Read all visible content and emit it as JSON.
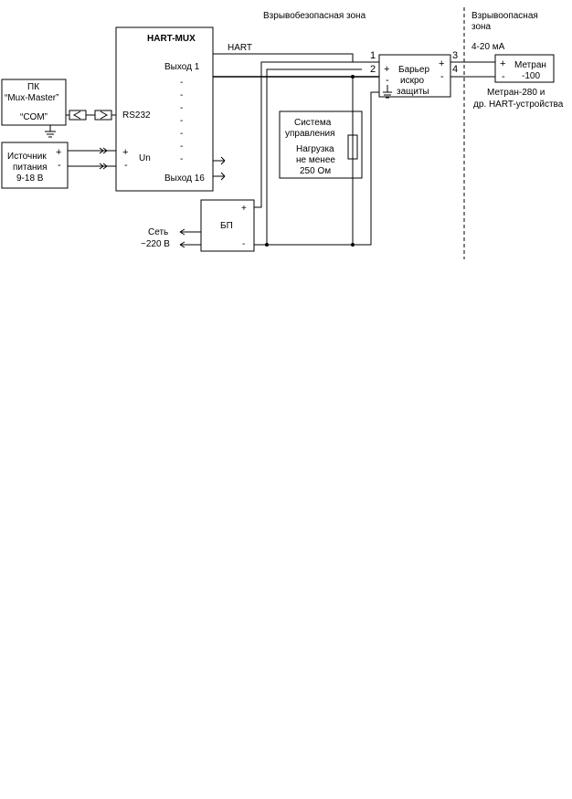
{
  "zones": {
    "safe": "Взрывобезопасная зона",
    "hazardous_line1": "Взрывоопасная",
    "hazardous_line2": "зона"
  },
  "mux": {
    "title": "HART-MUX",
    "out1": "Выход 1",
    "out16": "Выход 16",
    "rs232": "RS232",
    "un": "Un",
    "plus": "+",
    "minus": "-",
    "dash": "-"
  },
  "pc": {
    "line1": "ПК",
    "line2": "“Mux-Master”",
    "line3": "“COM”"
  },
  "psu": {
    "line1": "Источник",
    "line2": "питания",
    "line3": "9-18 В",
    "plus": "+",
    "minus": "-"
  },
  "bp": {
    "label": "БП",
    "plus": "+",
    "minus": "-"
  },
  "mains": {
    "line1": "Сеть",
    "line2": "~220 В"
  },
  "control": {
    "line1": "Система",
    "line2": "управления",
    "line3": "Нагрузка",
    "line4": "не менее",
    "line5": "250 Ом"
  },
  "barrier": {
    "line1": "Барьер",
    "line2": "искро",
    "line3": "защиты",
    "plus": "+",
    "minus": "-",
    "t1": "1",
    "t2": "2",
    "t3": "3",
    "t4": "4"
  },
  "hart_label": "HART",
  "current_label": "4-20 мА",
  "metran": {
    "line1": "Метран",
    "line2": "-100",
    "plus": "+",
    "minus": "-"
  },
  "devices": {
    "line1": "Метран-280 и",
    "line2": "др. HART-устройства"
  }
}
